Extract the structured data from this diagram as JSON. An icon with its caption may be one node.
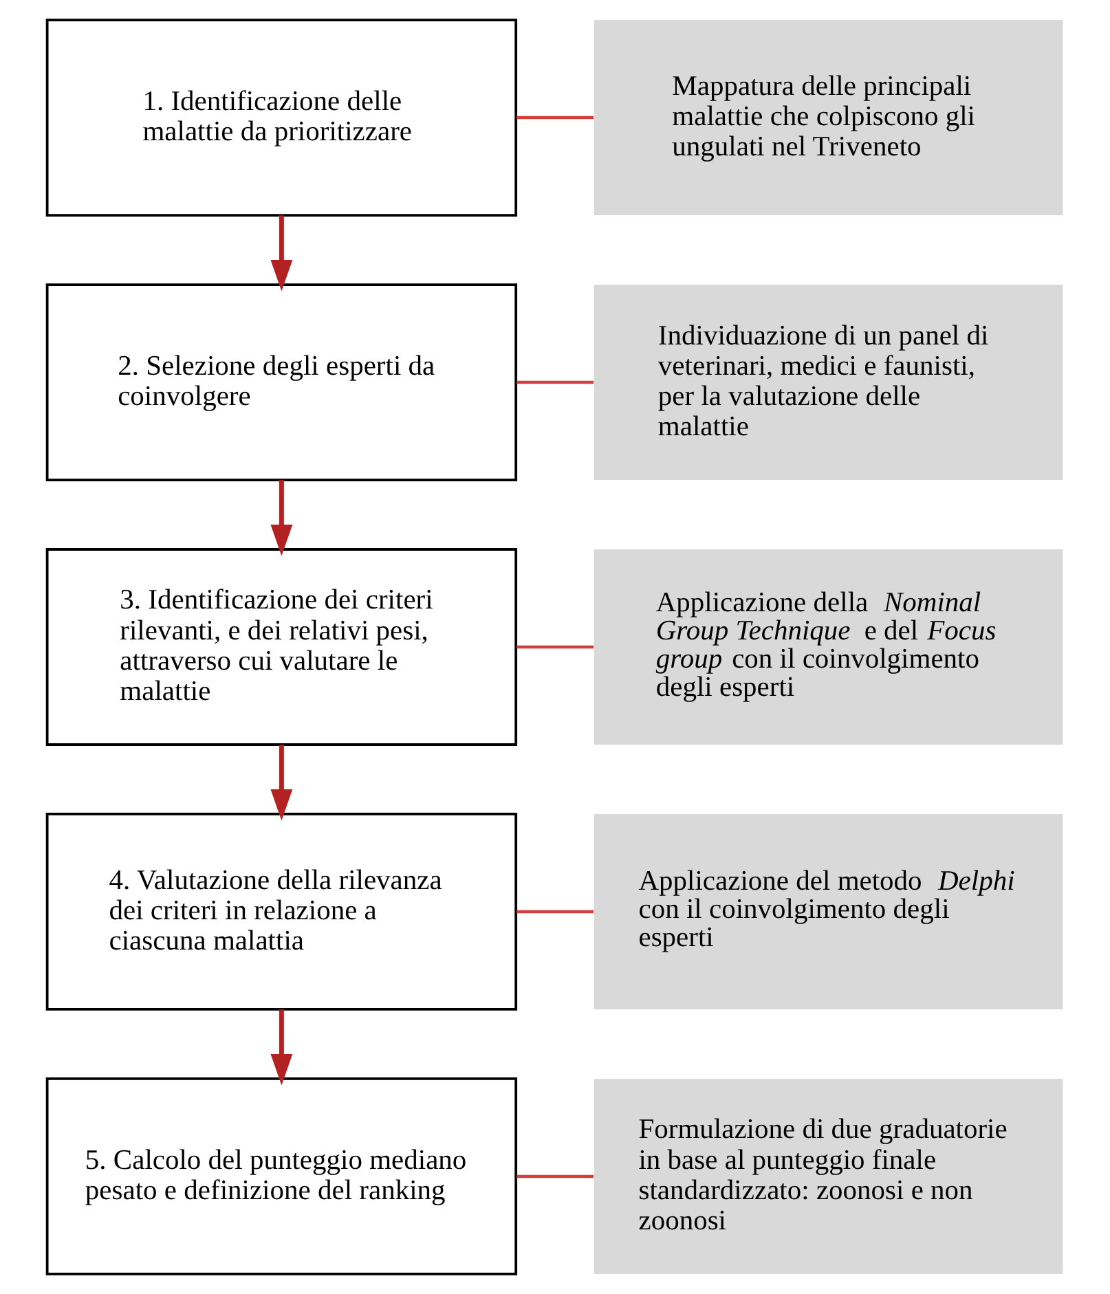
{
  "diagram": {
    "nodes": [
      {
        "text": [
          "1. Identificazione delle malattie da prioritizzare"
        ]
      },
      {
        "text": [
          "2. Selezione degli esperti da coinvolgere"
        ]
      },
      {
        "text": [
          "3. Identificazione dei criteri rilevanti, e dei relativi pesi, attraverso cui valutare le malattie"
        ]
      },
      {
        "text": [
          "4. Valutazione della rilevanza dei criteri in relazione a ciascuna malattia"
        ]
      },
      {
        "text": [
          "5. Calcolo del punteggio mediano pesato e definizione del ranking"
        ]
      },
      {
        "text": [
          "Mappatura delle principali malattie che colpiscono gli ungulati nel Triveneto"
        ]
      },
      {
        "text": [
          "Individuazione di un panel di veterinari, medici e faunisti, per la valutazione delle malattie"
        ]
      },
      {
        "text": [
          "Applicazione della *Nominal Group Technique* e del *Focus group* con il coinvolgimento degli esperti"
        ]
      },
      {
        "text": [
          "Applicazione del metodo *Delphi* con il coinvolgimento degli esperti"
        ]
      },
      {
        "text": [
          "Formulazione di due graduatorie in base al punteggio finale standardizzato: zoonosi e non zoonosi"
        ]
      }
    ],
    "edges": [
      {
        "from": 0,
        "to": 1,
        "arrow": "to",
        "color": "#b22222"
      },
      {
        "from": 1,
        "to": 2,
        "arrow": "to",
        "color": "#b22222"
      },
      {
        "from": 2,
        "to": 3,
        "arrow": "to",
        "color": "#b22222"
      },
      {
        "from": 3,
        "to": 4,
        "arrow": "to",
        "color": "#b22222"
      },
      {
        "from": 0,
        "to": 5,
        "arrow": "none"
      },
      {
        "from": 1,
        "to": 6,
        "arrow": "none"
      },
      {
        "from": 2,
        "to": 7,
        "arrow": "none"
      },
      {
        "from": 3,
        "to": 8,
        "arrow": "none"
      },
      {
        "from": 4,
        "to": 9,
        "arrow": "none"
      }
    ]
  }
}
